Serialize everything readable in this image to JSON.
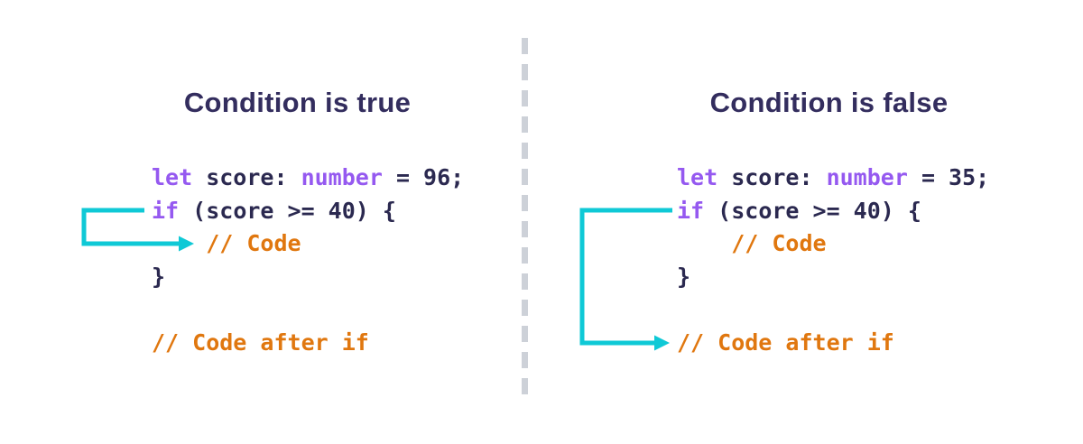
{
  "colors": {
    "background": "#FFFFFF",
    "title": "#332D5E",
    "code": "#2B2950",
    "keyword": "#9559F0",
    "comment": "#E0770F",
    "arrow": "#0FC9D6",
    "divider": "#CDD1D8"
  },
  "panels": [
    {
      "title": "Condition is true",
      "lines": [
        [
          {
            "t": "let",
            "c": "keyword"
          },
          {
            "t": " score: ",
            "c": "code"
          },
          {
            "t": "number",
            "c": "keyword"
          },
          {
            "t": " = 96;",
            "c": "code"
          }
        ],
        [
          {
            "t": "if",
            "c": "keyword"
          },
          {
            "t": " (score >= 40) {",
            "c": "code"
          }
        ],
        [
          {
            "t": "    ",
            "c": "code"
          },
          {
            "t": "// Code",
            "c": "comment"
          }
        ],
        [
          {
            "t": "}",
            "c": "code"
          }
        ],
        [],
        [
          {
            "t": "// Code after if",
            "c": "comment"
          }
        ]
      ],
      "arrow_points_to": "// Code"
    },
    {
      "title": "Condition is false",
      "lines": [
        [
          {
            "t": "let",
            "c": "keyword"
          },
          {
            "t": " score: ",
            "c": "code"
          },
          {
            "t": "number",
            "c": "keyword"
          },
          {
            "t": " = 35;",
            "c": "code"
          }
        ],
        [
          {
            "t": "if",
            "c": "keyword"
          },
          {
            "t": " (score >= 40) {",
            "c": "code"
          }
        ],
        [
          {
            "t": "    ",
            "c": "code"
          },
          {
            "t": "// Code",
            "c": "comment"
          }
        ],
        [
          {
            "t": "}",
            "c": "code"
          }
        ],
        [],
        [
          {
            "t": "// Code after if",
            "c": "comment"
          }
        ]
      ],
      "arrow_points_to": "// Code after if"
    }
  ]
}
